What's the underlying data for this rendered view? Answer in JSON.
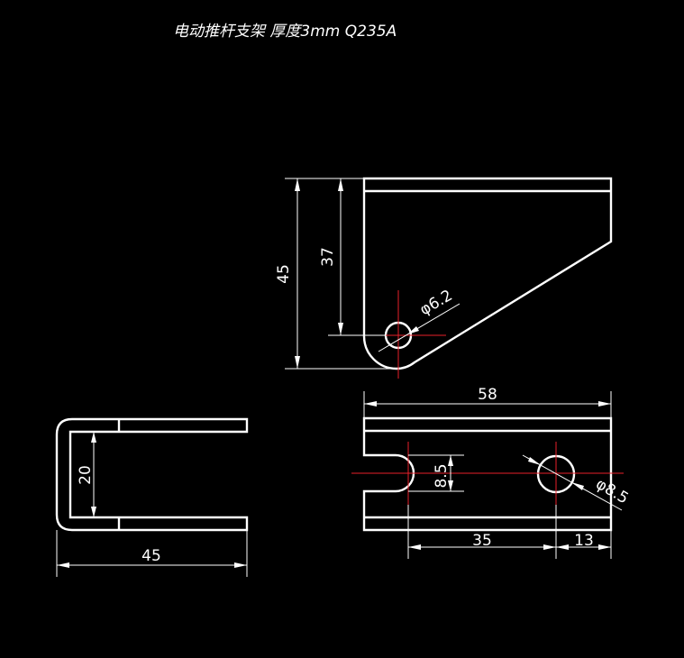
{
  "title": "电动推杆支架   厚度3mm  Q235A",
  "colors": {
    "background": "#000000",
    "lines": "#ffffff",
    "centerlines": "#e8202a"
  },
  "dimensions": {
    "side_height": "45",
    "side_inner_height": "37",
    "hole_diameter_side": "φ6.2",
    "top_width": "58",
    "slot_width": "8.5",
    "hole_diameter_top": "φ8.5",
    "hole_distance": "35",
    "edge_distance": "13",
    "u_inner_width": "20",
    "u_length": "45"
  }
}
